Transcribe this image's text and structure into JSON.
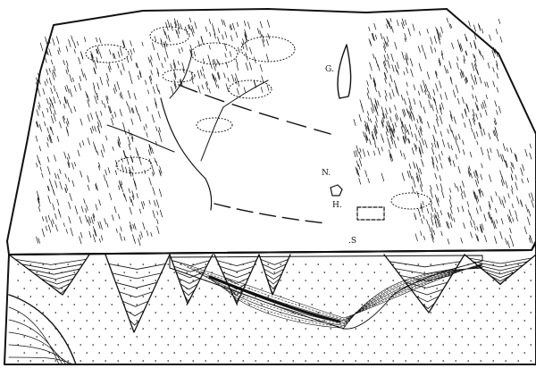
{
  "diagram": {
    "labels": {
      "g": "G.",
      "n": "N.",
      "h": "H.",
      "s": ".S"
    },
    "colors": {
      "ink": "#111111",
      "paper": "#ffffff"
    }
  }
}
